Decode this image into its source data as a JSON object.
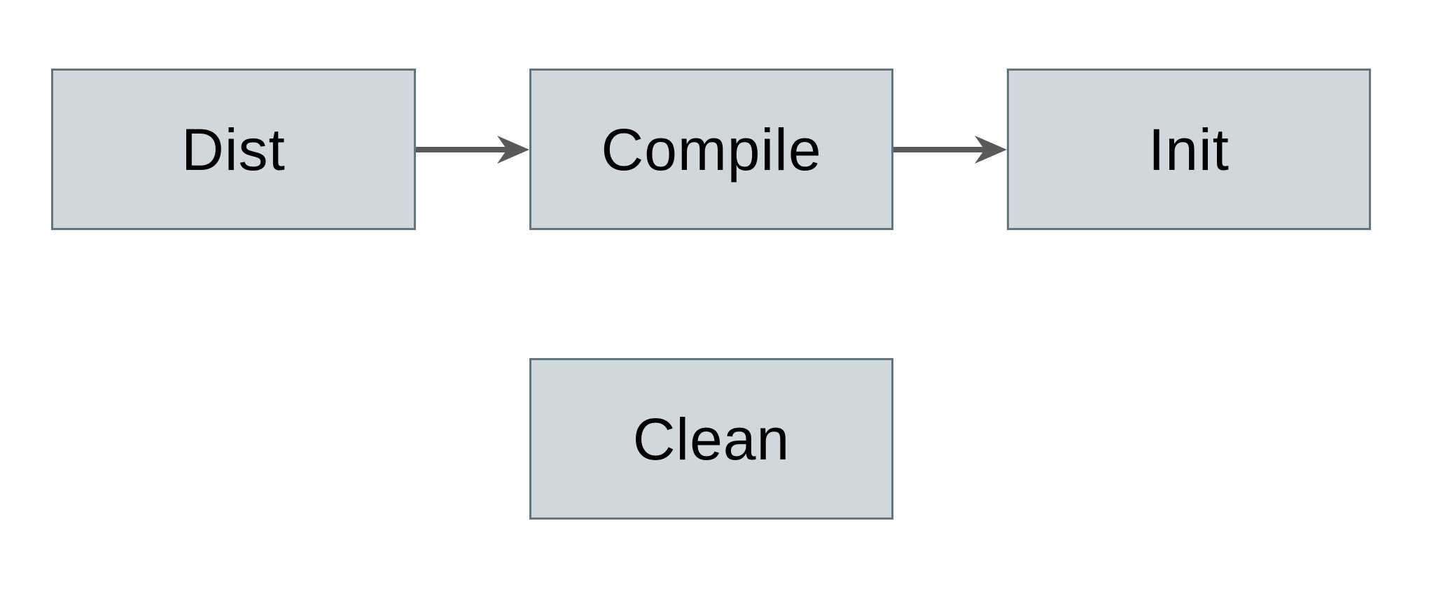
{
  "diagram": {
    "background_color": "#ffffff",
    "node_fill_color": "#d0d8db",
    "node_border_color": "#617680",
    "arrow_color": "#595959",
    "label_color": "#000000",
    "nodes": [
      {
        "id": "dist",
        "label": "Dist"
      },
      {
        "id": "compile",
        "label": "Compile"
      },
      {
        "id": "init",
        "label": "Init"
      },
      {
        "id": "clean",
        "label": "Clean"
      }
    ],
    "edges": [
      {
        "from": "dist",
        "to": "compile",
        "style": "right-arrow"
      },
      {
        "from": "compile",
        "to": "init",
        "style": "right-arrow"
      }
    ]
  }
}
